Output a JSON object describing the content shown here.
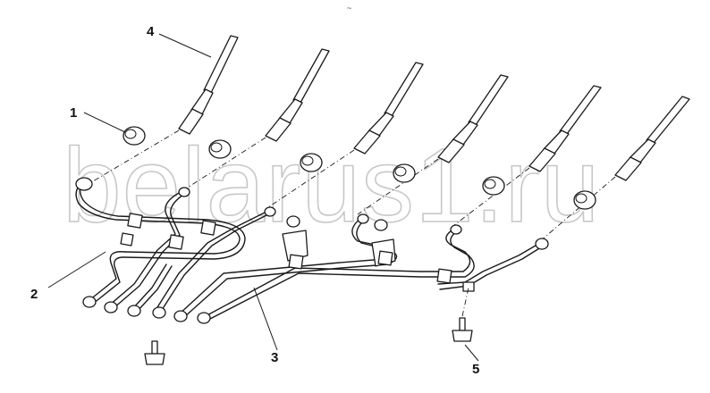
{
  "diagram": {
    "top_mark": "~",
    "watermark": "belarus1.ru",
    "callouts": [
      {
        "id": "1",
        "label": "1"
      },
      {
        "id": "2",
        "label": "2"
      },
      {
        "id": "3",
        "label": "3"
      },
      {
        "id": "4",
        "label": "4"
      },
      {
        "id": "5",
        "label": "5"
      }
    ]
  }
}
